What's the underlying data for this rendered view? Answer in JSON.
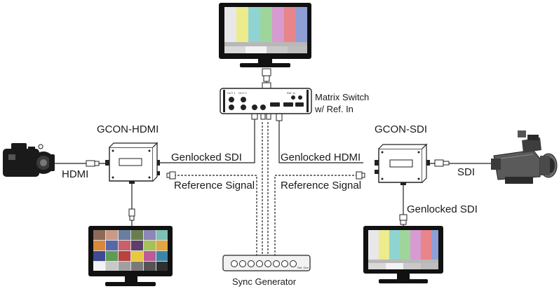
{
  "labels": {
    "matrix_switch_line1": "Matrix Switch",
    "matrix_switch_line2": "w/ Ref. In",
    "gcon_hdmi": "GCON-HDMI",
    "gcon_sdi": "GCON-SDI",
    "hdmi": "HDMI",
    "sdi": "SDI",
    "genlocked_sdi_left": "Genlocked SDI",
    "genlocked_hdmi": "Genlocked HDMI",
    "genlocked_sdi_right": "Genlocked SDI",
    "reference_signal_left": "Reference Signal",
    "reference_signal_right": "Reference Signal",
    "sync_generator": "Sync Generator"
  },
  "switch_panel_text": {
    "out1": "OUT 1",
    "out2": "OUT 2",
    "ref_in": "Ref. In"
  },
  "sync_panel_text": "Ref. Gen",
  "colors": {
    "device_line": "#222222",
    "bar_white": "#e8e8e8",
    "bar_yellow": "#ecec8c",
    "bar_cyan": "#8fd4d2",
    "bar_green": "#9ed59a",
    "bar_magenta": "#d79ad1",
    "bar_red": "#e8858a",
    "bar_blue": "#8e9ed6"
  }
}
